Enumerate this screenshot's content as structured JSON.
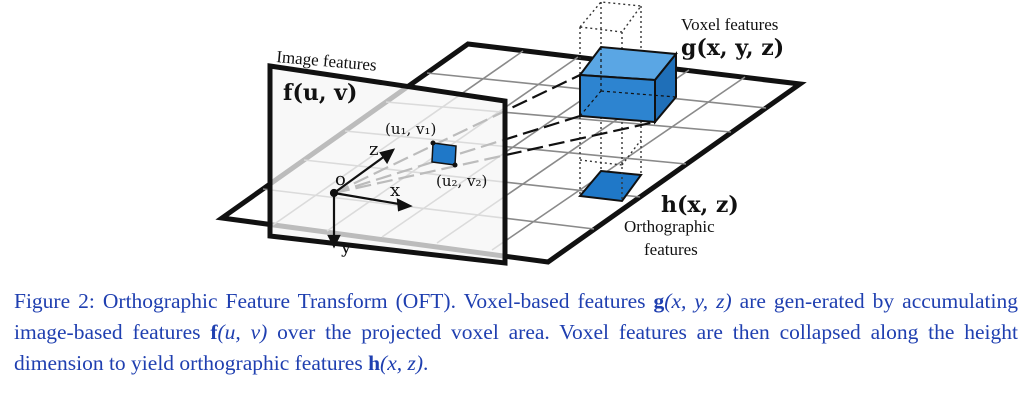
{
  "figure": {
    "image_features_label": "Image features",
    "image_features_func": "f(u, v)",
    "voxel_features_label": "Voxel features",
    "voxel_features_func": "g(x, y, z)",
    "ortho_features_func": "h(x, z)",
    "ortho_features_label_1": "Orthographic",
    "ortho_features_label_2": "features",
    "point_u1v1": "(u₁, v₁)",
    "point_u2v2": "(u₂, v₂)",
    "origin_label": "o",
    "axis_x": "x",
    "axis_y": "y",
    "axis_z": "z"
  },
  "caption": {
    "prefix": "Figure 2: Orthographic Feature Transform (OFT). Voxel-based features ",
    "g_symbol": "g",
    "g_args": "(x, y, z)",
    "mid1": " are gen-erated by accumulating image-based features ",
    "f_symbol": "f",
    "f_args": "(u, v)",
    "mid2": " over the projected voxel area. Voxel features are then collapsed along the height dimension to yield orthographic features ",
    "h_symbol": "h",
    "h_args": "(x, z)",
    "suffix": "."
  },
  "colors": {
    "voxel_fill": "#1f78c8",
    "voxel_light": "#4a98dc",
    "caption_text": "#1f3fb0",
    "outline": "#111111",
    "grid": "#888888"
  }
}
